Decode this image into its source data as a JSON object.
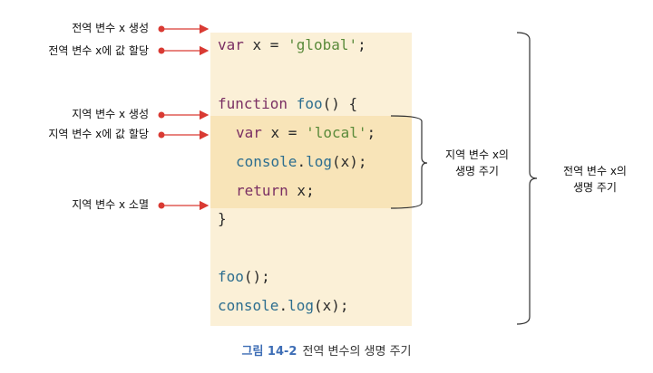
{
  "labels": {
    "global_create": "전역 변수 x 생성",
    "global_assign": "전역 변수 x에 값 할당",
    "local_create": "지역 변수 x 생성",
    "local_assign": "지역 변수 x에 값 할당",
    "local_destroy": "지역 변수 x 소멸"
  },
  "code": {
    "line1": {
      "kw": "var",
      "mid": " x = ",
      "str": "'global'",
      "end": ";"
    },
    "line2": {
      "kw": "function",
      "sp": " ",
      "fn": "foo",
      "end": "() {"
    },
    "line3": {
      "kw": "var",
      "mid": " x = ",
      "str": "'local'",
      "end": ";"
    },
    "line4": {
      "obj": "console",
      "dot": ".",
      "fn": "log",
      "end": "(x);"
    },
    "line5": {
      "kw": "return",
      "end": " x;"
    },
    "line6": {
      "text": "}"
    },
    "line7": {
      "fn": "foo",
      "end": "();"
    },
    "line8": {
      "obj": "console",
      "dot": ".",
      "fn": "log",
      "end": "(x);"
    }
  },
  "lifecycle": {
    "local_line1": "지역 변수 x의",
    "local_line2": "생명 주기",
    "global_line1": "전역 변수 x의",
    "global_line2": "생명 주기"
  },
  "caption": {
    "figure": "그림 14-2",
    "title": "전역 변수의 생명 주기"
  },
  "colors": {
    "arrow": "#d93a33",
    "panel": "#fbf0d7",
    "panel_inner": "#f8e4b8",
    "keyword": "#7a2f63",
    "string": "#5a8a3a",
    "function": "#2d6e8f",
    "caption_figure": "#3d6db5"
  }
}
